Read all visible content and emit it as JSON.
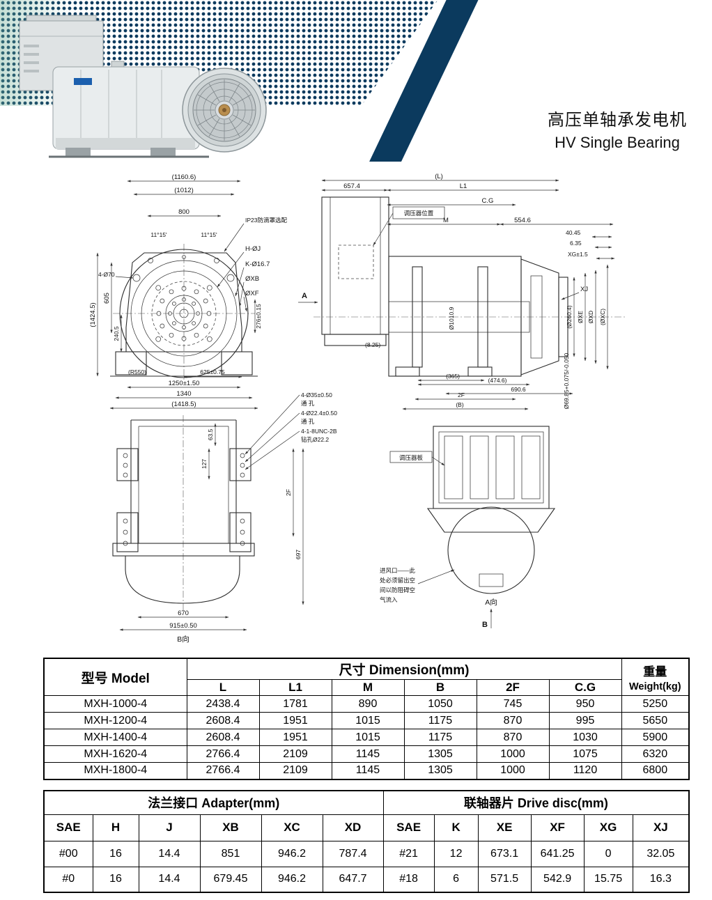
{
  "header": {
    "title_cn": "高压单轴承发电机",
    "title_en": "HV Single Bearing"
  },
  "front_view": {
    "d1160": "(1160.6)",
    "d1012": "(1012)",
    "d800": "800",
    "ang_left": "11°15'",
    "ang_right": "11°15'",
    "ip23": "IP23防滴罩选配",
    "hj": "H-ØJ",
    "k167": "K-Ø16.7",
    "xb": "ØXB",
    "xf": "ØXF",
    "d70": "4-Ø70",
    "d1424": "(1424.5)",
    "d605": "605",
    "d240": "240.5",
    "d276": "276±0.15",
    "r550": "(R550)",
    "d625": "625±0.75",
    "d1250": "1250±1.50",
    "d1340": "1340",
    "d1418": "(1418.5)"
  },
  "side_view": {
    "dL": "(L)",
    "d657": "657.4",
    "dL1": "L1",
    "cg": "C.G",
    "m": "M",
    "d554": "554.6",
    "d4045": "40.45",
    "d635": "6.35",
    "xg": "XG±1.5",
    "regulator": "调压器位置",
    "xj": "XJ",
    "d2604": "(Ø260.4)",
    "xe": "ØXE",
    "xd": "ØXD",
    "xc": "(ØXC)",
    "d1010": "Ø1010.9",
    "d6985": "Ø69.85+0.075/-0.050",
    "d825": "(8.25)",
    "d365": "(365)",
    "d4746": "(474.6)",
    "d6906": "690.6",
    "f2": "2F",
    "dB": "(B)",
    "a": "A"
  },
  "bottom_view": {
    "d635": "63.5",
    "d127": "127",
    "h35_1": "4-Ø35±0.50",
    "h35_2": "通  孔",
    "h224_1": "4-Ø22.4±0.50",
    "h224_2": "通  孔",
    "unc_1": "4-1-8UNC-2B",
    "unc_2": "钻孔Ø22.2",
    "f2": "2F",
    "d697": "697",
    "d670": "670",
    "d915": "915±0.50",
    "b_dir": "B向"
  },
  "rear_view": {
    "panel": "调压器板",
    "inlet_1": "进风口——此",
    "inlet_2": "处必须留出空",
    "inlet_3": "间以防阻碍空",
    "inlet_4": "气流入",
    "a_dir": "A向",
    "b": "B"
  },
  "model_table": {
    "col_model": "型号  Model",
    "col_dimension": "尺寸 Dimension(mm)",
    "weight_cn": "重量",
    "weight_en": "Weight(kg)",
    "sub_cols": [
      "L",
      "L1",
      "M",
      "B",
      "2F",
      "C.G"
    ],
    "rows": [
      {
        "model": "MXH-1000-4",
        "dims": [
          "2438.4",
          "1781",
          "890",
          "1050",
          "745",
          "950"
        ],
        "weight": "5250"
      },
      {
        "model": "MXH-1200-4",
        "dims": [
          "2608.4",
          "1951",
          "1015",
          "1175",
          "870",
          "995"
        ],
        "weight": "5650"
      },
      {
        "model": "MXH-1400-4",
        "dims": [
          "2608.4",
          "1951",
          "1015",
          "1175",
          "870",
          "1030"
        ],
        "weight": "5900"
      },
      {
        "model": "MXH-1620-4",
        "dims": [
          "2766.4",
          "2109",
          "1145",
          "1305",
          "1000",
          "1075"
        ],
        "weight": "6320"
      },
      {
        "model": "MXH-1800-4",
        "dims": [
          "2766.4",
          "2109",
          "1145",
          "1305",
          "1000",
          "1120"
        ],
        "weight": "6800"
      }
    ]
  },
  "bottom_table": {
    "adapter_title": "法兰接口 Adapter(mm)",
    "drive_title": "联轴器片 Drive disc(mm)",
    "adapter_cols": [
      "SAE",
      "H",
      "J",
      "XB",
      "XC",
      "XD"
    ],
    "drive_cols": [
      "SAE",
      "K",
      "XE",
      "XF",
      "XG",
      "XJ"
    ],
    "adapter_rows": [
      [
        "#00",
        "16",
        "14.4",
        "851",
        "946.2",
        "787.4"
      ],
      [
        "#0",
        "16",
        "14.4",
        "679.45",
        "946.2",
        "647.7"
      ]
    ],
    "drive_rows": [
      [
        "#21",
        "12",
        "673.1",
        "641.25",
        "0",
        "32.05"
      ],
      [
        "#18",
        "6",
        "571.5",
        "542.9",
        "15.75",
        "16.3"
      ]
    ]
  }
}
